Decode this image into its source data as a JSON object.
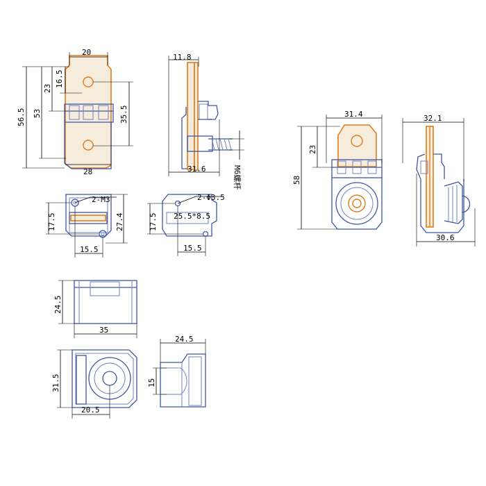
{
  "colors": {
    "housing": "#3f56a4",
    "terminal": "#e07b1a",
    "dimension": "#000000"
  },
  "front_view": {
    "w": "20",
    "h_total": "56.5",
    "h_53": "53",
    "h_23": "23",
    "h_16": "16.5",
    "h_35": "35.5",
    "w_bottom": "28"
  },
  "side_view": {
    "w_top": "11.8",
    "w_bottom": "31.6",
    "bolt": "M6螺杆"
  },
  "top_view_a": {
    "thread": "2-M3",
    "h": "17.5",
    "w": "27.4",
    "pitch": "15.5"
  },
  "top_view_b": {
    "hole": "2-Φ3.5",
    "slot": "25.5*8.5",
    "h": "17.5",
    "pitch": "15.5"
  },
  "housing_side": {
    "h": "24.5",
    "w": "35"
  },
  "housing_front": {
    "h": "31.5",
    "w": "20.5"
  },
  "housing_end": {
    "w": "24.5",
    "h": "15"
  },
  "assembly_front": {
    "w": "31.4",
    "h_23": "23",
    "h": "58"
  },
  "assembly_side": {
    "w_top": "32.1",
    "w_bottom": "30.6"
  }
}
